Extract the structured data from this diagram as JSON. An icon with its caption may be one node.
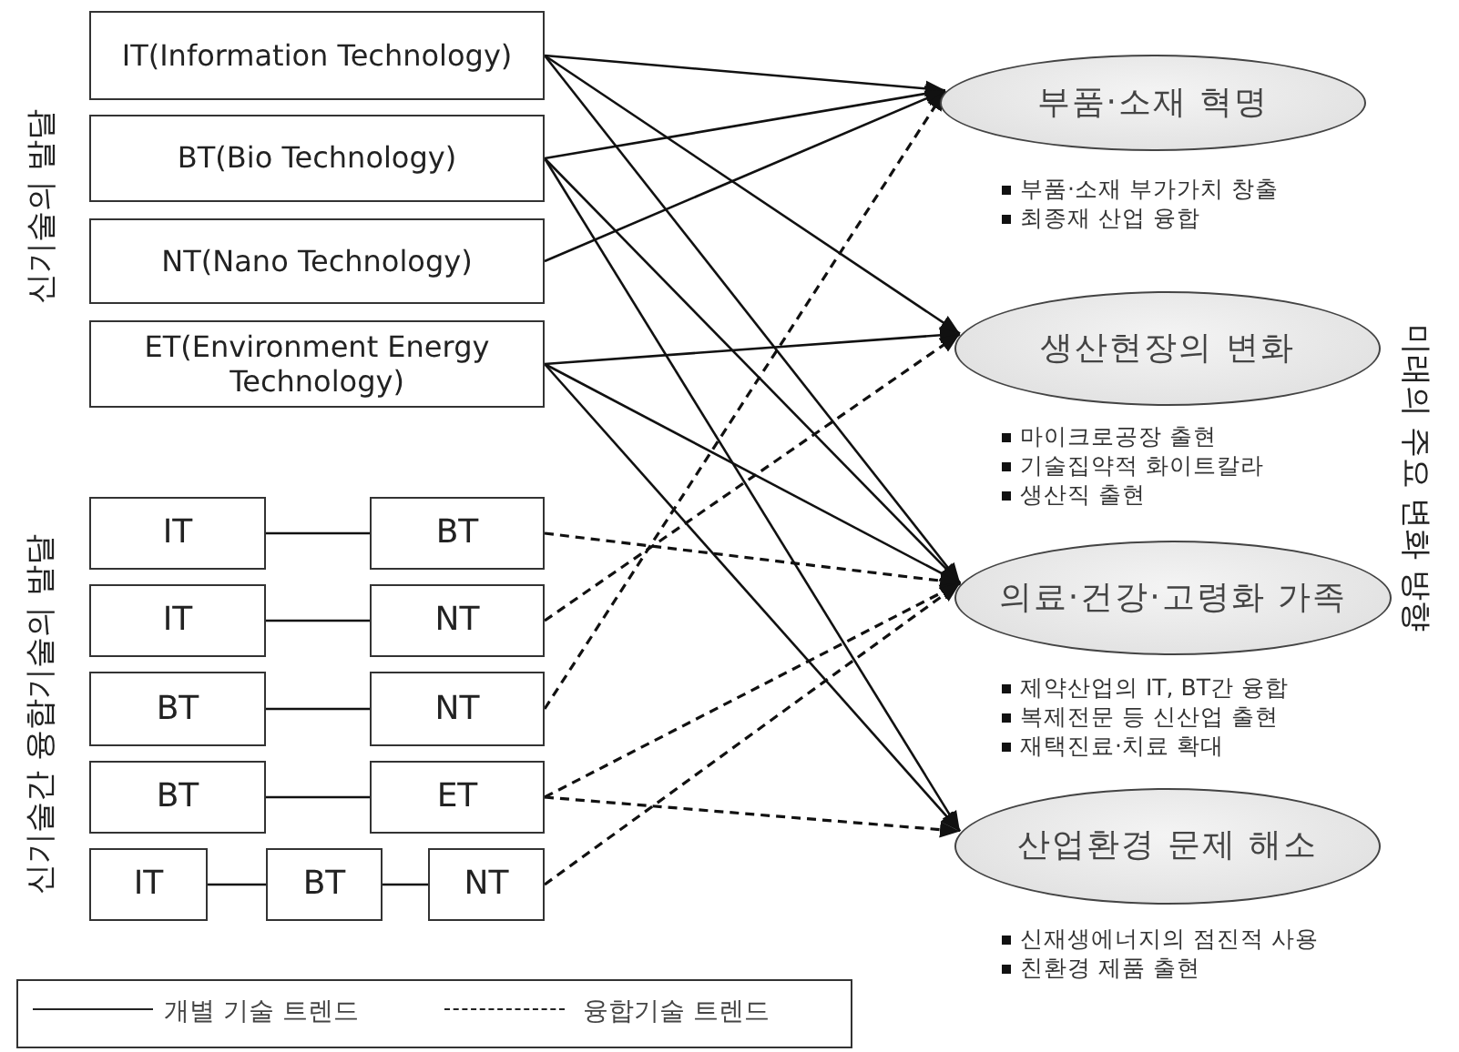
{
  "diagram": {
    "nodes": [
      {
        "text": [
          "IT(Information Technology)"
        ]
      },
      {
        "text": [
          "BT(Bio Technology)"
        ]
      },
      {
        "text": [
          "NT(Nano Technology)"
        ]
      },
      {
        "text": [
          "ET(Environment Energy Technology)"
        ]
      },
      {
        "text": [
          "IT"
        ]
      },
      {
        "text": [
          "BT"
        ]
      },
      {
        "text": [
          "IT"
        ]
      },
      {
        "text": [
          "NT"
        ]
      },
      {
        "text": [
          "BT"
        ]
      },
      {
        "text": [
          "NT"
        ]
      },
      {
        "text": [
          "BT"
        ]
      },
      {
        "text": [
          "ET"
        ]
      },
      {
        "text": [
          "IT"
        ]
      },
      {
        "text": [
          "BT"
        ]
      },
      {
        "text": [
          "NT"
        ]
      },
      {
        "text": [
          "부품·소재 혁명"
        ],
        "beside": [
          "부품·소재 부가가치 창출",
          "최종재 산업 융합"
        ]
      },
      {
        "text": [
          "생산현장의 변화"
        ],
        "beside": [
          "마이크로공장 출현",
          "기술집약적 화이트칼라",
          "생산직 출현"
        ]
      },
      {
        "text": [
          "의료·건강·고령화 가족"
        ],
        "beside": [
          "제약산업의 IT, BT간 융합",
          "복제전문 등 신산업 출현",
          "재택진료·치료 확대"
        ]
      },
      {
        "text": [
          "산업환경 문제 해소"
        ],
        "beside": [
          "신재생에너지의 점진적 사용",
          "친환경 제품 출현"
        ]
      }
    ],
    "edges": [
      {
        "from": 0,
        "to": 15,
        "arrow": "to"
      },
      {
        "from": 0,
        "to": 16,
        "arrow": "to"
      },
      {
        "from": 0,
        "to": 17,
        "arrow": "to"
      },
      {
        "from": 1,
        "to": 15,
        "arrow": "to"
      },
      {
        "from": 1,
        "to": 17,
        "arrow": "to"
      },
      {
        "from": 1,
        "to": 18,
        "arrow": "to"
      },
      {
        "from": 2,
        "to": 15,
        "arrow": "to"
      },
      {
        "from": 3,
        "to": 16,
        "arrow": "to"
      },
      {
        "from": 3,
        "to": 17,
        "arrow": "to"
      },
      {
        "from": 3,
        "to": 18,
        "arrow": "to"
      },
      {
        "from": 5,
        "to": 17,
        "arrow": "to",
        "style": "dashed"
      },
      {
        "from": 7,
        "to": 16,
        "arrow": "to",
        "style": "dashed"
      },
      {
        "from": 9,
        "to": 15,
        "arrow": "to",
        "style": "dashed"
      },
      {
        "from": 11,
        "to": 17,
        "arrow": "to",
        "style": "dashed"
      },
      {
        "from": 11,
        "to": 18,
        "arrow": "to",
        "style": "dashed"
      },
      {
        "from": 14,
        "to": 17,
        "arrow": "to",
        "style": "dashed"
      },
      {
        "from": 4,
        "to": 5,
        "arrow": "none"
      },
      {
        "from": 6,
        "to": 7,
        "arrow": "none"
      },
      {
        "from": 8,
        "to": 9,
        "arrow": "none"
      },
      {
        "from": 10,
        "to": 11,
        "arrow": "none"
      },
      {
        "from": 12,
        "to": 13,
        "arrow": "none"
      },
      {
        "from": 13,
        "to": 14,
        "arrow": "none"
      }
    ],
    "labels": [
      "신기술의 발달",
      "신기술간 융합기술의 발달",
      "미래의 주요 변화 방향"
    ],
    "legend": [
      {
        "text": "개별 기술 트렌드"
      },
      {
        "text": "융합기술 트렌드"
      }
    ]
  }
}
